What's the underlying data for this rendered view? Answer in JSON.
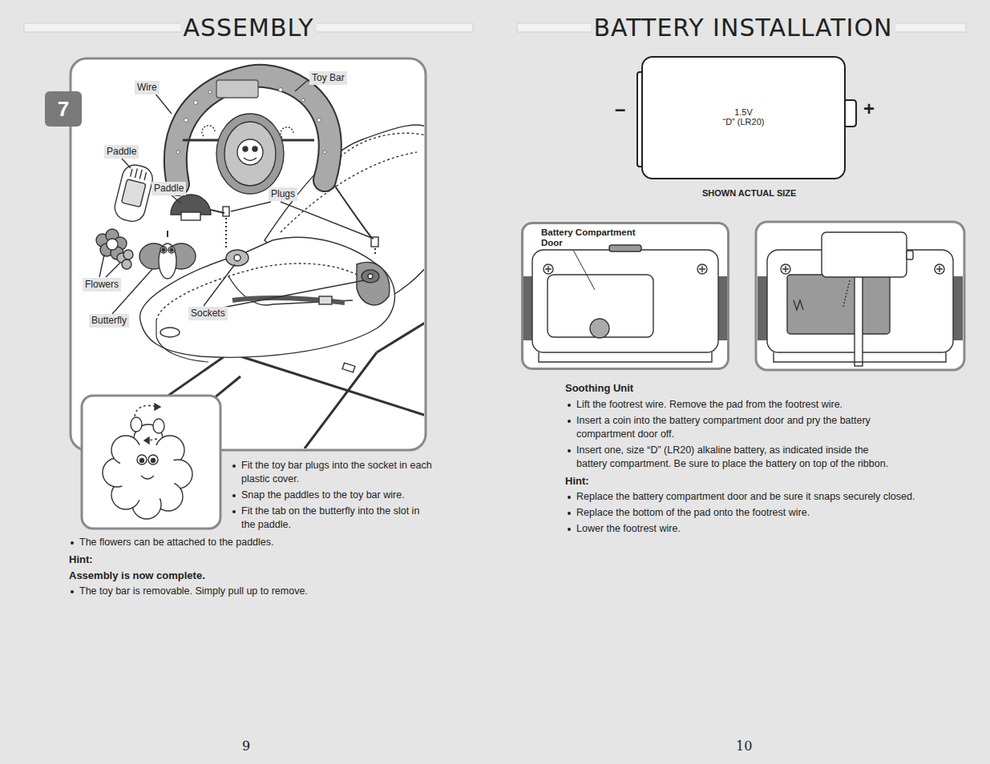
{
  "diagram": {
    "nodes": [
      {
        "text": [
          "7"
        ]
      },
      {
        "text": [
          "1.5V",
          "“D” (LR20)"
        ]
      },
      {
        "text": [
          "Battery Compartment Door"
        ]
      }
    ],
    "labels": [
      "ASSEMBLY",
      "Wire",
      "Toy Bar",
      "Paddle",
      "Paddle",
      "Plugs",
      "Flowers",
      "Butterfly",
      "Sockets",
      "Fit the toy bar plugs into the socket in each plastic cover.",
      "Snap the paddles to the toy bar wire.",
      "Fit the tab on the butterfly into the slot in the paddle.",
      "The flowers can be attached to the paddles.",
      "Hint:",
      "Assembly is now complete.",
      "The toy bar is removable. Simply pull up to remove.",
      "9",
      "BATTERY INSTALLATION",
      "–",
      "+",
      "SHOWN ACTUAL SIZE",
      "Soothing Unit",
      "Lift the footrest wire. Remove the pad from the footrest wire.",
      "Insert a coin into the battery compartment door and pry the battery compartment door off.",
      "Insert one, size “D” (LR20) alkaline battery, as indicated inside the battery compartment. Be sure to place the battery on top of the ribbon.",
      "Hint:",
      "Replace the battery compartment door and be sure it snaps securely closed.",
      "Replace the bottom of the pad onto the footrest wire.",
      "Lower the footrest wire.",
      "10"
    ]
  }
}
